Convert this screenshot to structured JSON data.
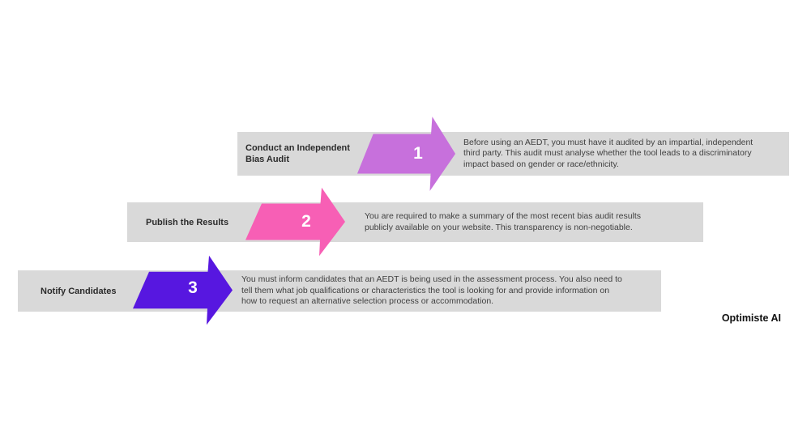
{
  "colors": {
    "background": "#ffffff",
    "bar": "#d9d9d9",
    "title_text": "#2b2b2b",
    "body_text": "#404040",
    "step_number": "#ffffff",
    "brand_text": "#111111",
    "arrow_1": "#c770dc",
    "arrow_2": "#f75fb5",
    "arrow_3": "#5717e0"
  },
  "brand": {
    "label": "Optimiste AI"
  },
  "steps": [
    {
      "number": "1",
      "title": "Conduct an Independent\nBias Audit",
      "description": "Before using an AEDT, you must have it audited by an impartial, independent\nthird party. This audit must analyse whether the tool leads to a discriminatory\nimpact based on gender or race/ethnicity."
    },
    {
      "number": "2",
      "title": "Publish the Results",
      "description": "You are required to make a summary of the most recent bias audit results\npublicly available on your website. This transparency is non-negotiable."
    },
    {
      "number": "3",
      "title": "Notify Candidates",
      "description": "You must inform candidates that an AEDT is being used in the assessment process. You also need to\ntell them what job qualifications or characteristics the tool is looking for and provide information on\nhow to request an alternative selection process or accommodation."
    }
  ]
}
